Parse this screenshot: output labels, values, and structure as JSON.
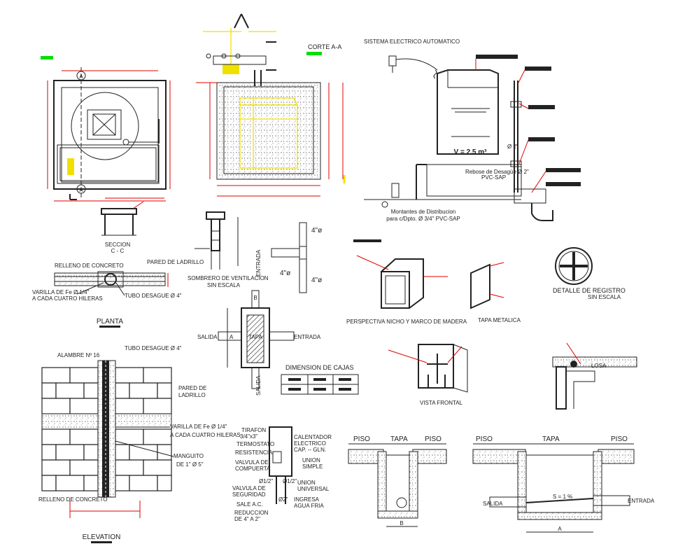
{
  "labels": {
    "corte": "CORTE A-A",
    "sistema": "SISTEMA ELECTRICO AUTOMATICO",
    "volume": "V = 2.5 m³",
    "montantes1": "Montantes de Distribucion",
    "montantes2": "para c/Dpto. Ø 3/4\" PVC-SAP",
    "reboce1": "Rebose de Desagüe Ø 2\"",
    "reboce2": "PVC-SAP",
    "seccion": "SECCION",
    "seccion2": "C - C",
    "relleno_concreto": "RELLENO DE CONCRETO",
    "pared_ladrillo": "PARED DE LADRILLO",
    "varilla1": "VARILLA DE Fe Ø 1/4\"",
    "varilla2": "A CADA CUATRO HILERAS",
    "tubo_desague": "TUBO DESAGUE Ø 4\"",
    "planta": "PLANTA",
    "sombrero": "SOMBRERO DE VENTILACION",
    "sin_escala": "SIN ESCALA",
    "entrada_v": "ENTRADA",
    "salida": "SALIDA",
    "entrada": "ENTRADA",
    "tapa_box": "TAPA",
    "box_a": "A",
    "box_b": "B",
    "dim_cajas": "DIMENSION DE CAJAS",
    "pipe4_top": "4\"ø",
    "pipe4_left": "4\"ø",
    "pipe4_right": "4\"ø",
    "perspectiva": "PERSPECTIVA NICHO Y MARCO DE MADERA",
    "tapa_metalica": "TAPA METALICA",
    "detalle_registro": "DETALLE DE REGISTRO",
    "detalle_registro_esc": "SIN ESCALA",
    "vista_frontal": "VISTA FRONTAL",
    "losa": "LOSA",
    "alambre": "ALAMBRE Nº 16",
    "tubo_desague2": "TUBO DESAGUE Ø 4\"",
    "pared2_1": "PARED DE",
    "pared2_2": "LADRILLO",
    "varilla3": "VARILLA DE Fe Ø 1/4\"",
    "varilla4": "A CADA CUATRO HILERAS",
    "manguito1": "MANGUITO",
    "manguito2": "DE 1\" Ø 5\"",
    "relleno2": "RELLENO DE CONCRETO",
    "elevation": "ELEVATION",
    "tirafon1": "TIRAFON",
    "tirafon2": "3/4\"x3\"",
    "termostato": "TERMOSTATO",
    "resistencia": "RESISTENCIA",
    "valvula_comp1": "VALVULA DE",
    "valvula_comp2": "COMPUERTA",
    "valvula_seg1": "VALVULA DE",
    "valvula_seg2": "SEGURIDAD",
    "sale_ac": "SALE A.C.",
    "reduccion1": "REDUCCION",
    "reduccion2": "DE 4\" A 2\"",
    "calentador1": "CALENTADOR",
    "calentador2": "ELECTRICO",
    "calentador3": "CAP. -- GLN.",
    "union_simple1": "UNION",
    "union_simple2": "SIMPLE",
    "union_univ1": "UNION",
    "union_univ2": "UNIVERSAL",
    "ingresa1": "INGRESA",
    "ingresa2": "AGUA FRIA",
    "half1": "Ø1/2\"",
    "half2": "Ø1/2\"",
    "two_inch": "Ø2\"",
    "piso1": "PISO",
    "tapa1": "TAPA",
    "piso2": "PISO",
    "dimB": "B",
    "piso3": "PISO",
    "tapa2": "TAPA",
    "piso4": "PISO",
    "salida2": "SALIDA",
    "entrada2": "ENTRADA",
    "dimA": "A",
    "slope": "S = 1 %",
    "letterA1": "A",
    "letterA2": "A",
    "letterA3": "A",
    "dim_2": "Ø 2\""
  },
  "colors": {
    "red": "#e00000",
    "yellow": "#f0e000",
    "green": "#00e000",
    "ink": "#222222"
  }
}
